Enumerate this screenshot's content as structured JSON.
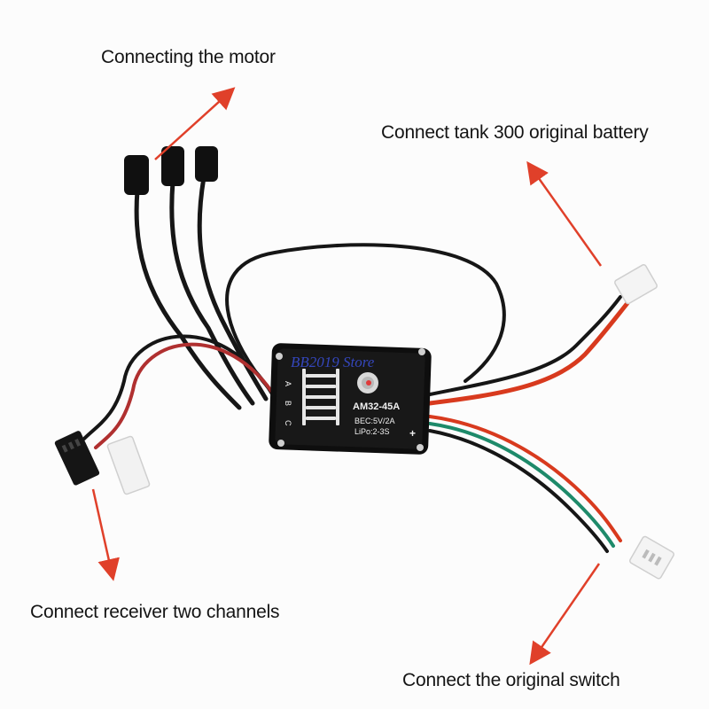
{
  "labels": {
    "motor": "Connecting the motor",
    "battery": "Connect tank 300 original battery",
    "receiver": "Connect receiver two channels",
    "switch": "Connect the original switch"
  },
  "board": {
    "model": "AM32-45A",
    "bec": "BEC:5V/2A",
    "lipo": "LiPo:2-3S",
    "phase_labels": [
      "A",
      "B",
      "C"
    ],
    "plus_sign": "+",
    "watermark": "BB2019 Store"
  },
  "colors": {
    "arrow": "#e0402a",
    "board": "#111111",
    "wire_black": "#161616",
    "wire_red": "#d83a1e",
    "wire_green": "#1e8a6a",
    "watermark": "#3a4fd8"
  }
}
